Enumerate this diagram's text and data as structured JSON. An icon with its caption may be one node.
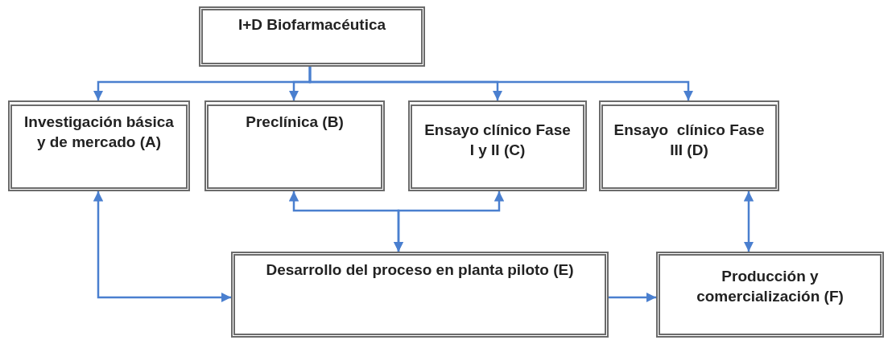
{
  "diagram": {
    "nodes": [
      {
        "text": [
          "I+D Biofarmacéutica"
        ]
      },
      {
        "text": [
          "Investigación básica y de mercado (A)"
        ]
      },
      {
        "text": [
          "Preclínica (B)"
        ]
      },
      {
        "text": [
          "Ensayo clínico Fase I y II (C)"
        ]
      },
      {
        "text": [
          "Ensayo  clínico Fase III (D)"
        ]
      },
      {
        "text": [
          "Desarrollo del proceso en planta piloto (E)"
        ]
      },
      {
        "text": [
          "Producción y comercialización (F)"
        ]
      }
    ],
    "edges": [
      {
        "from": 0,
        "to": 1,
        "arrow": "to"
      },
      {
        "from": 0,
        "to": 2,
        "arrow": "to"
      },
      {
        "from": 0,
        "to": 3,
        "arrow": "to"
      },
      {
        "from": 0,
        "to": 4,
        "arrow": "to"
      },
      {
        "from": 5,
        "to": 2,
        "arrow": "both"
      },
      {
        "from": 5,
        "to": 3,
        "arrow": "both"
      },
      {
        "from": 5,
        "to": 1,
        "arrow": "both"
      },
      {
        "from": 5,
        "to": 6,
        "arrow": "to"
      },
      {
        "from": 6,
        "to": 4,
        "arrow": "both"
      }
    ]
  }
}
